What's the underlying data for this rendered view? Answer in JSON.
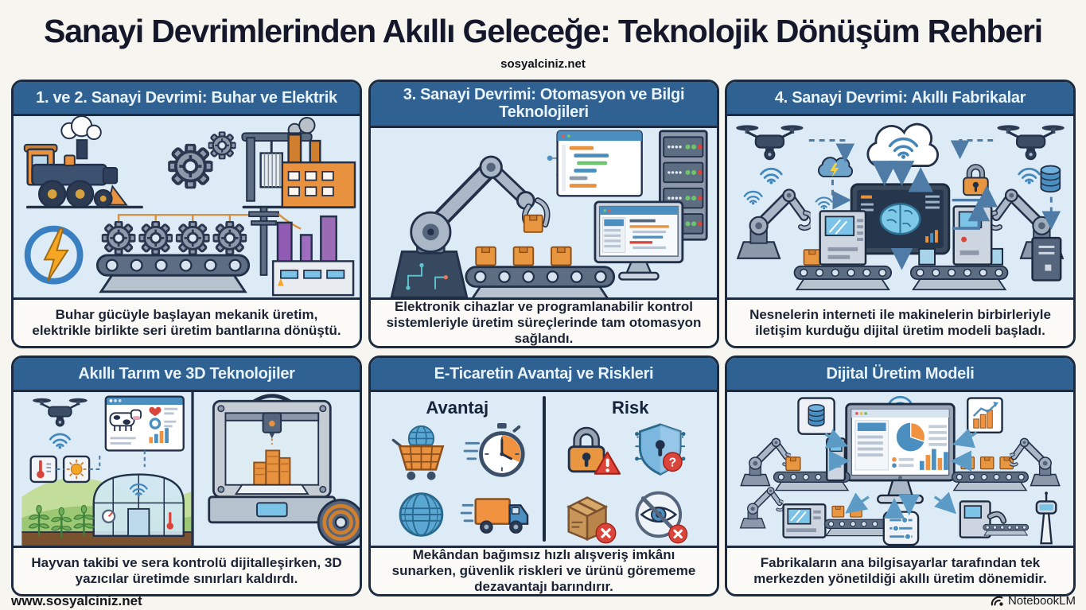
{
  "page": {
    "title": "Sanayi Devrimlerinden Akıllı Geleceğe: Teknolojik Dönüşüm Rehberi",
    "watermark_top": "sosyalciniz.net",
    "watermark_bottom": "www.sosyalciniz.net",
    "credit": "NotebookLM"
  },
  "colors": {
    "header_blue": "#2f6292",
    "panel_bg": "#dcebf5",
    "outline_navy": "#1d2b40",
    "accent_orange": "#e8963f",
    "accent_blue": "#4a8fc0",
    "alert_red": "#d9453a",
    "chimney_purple": "#9b6bb5",
    "field_green": "#9cc873"
  },
  "panels": [
    {
      "id": "panel-steam-electric",
      "title": "1. ve 2. Sanayi Devrimi: Buhar ve Elektrik",
      "caption": "Buhar gücüyle başlayan mekanik üretim, elektrikle birlikte seri üretim bantlarına dönüştü."
    },
    {
      "id": "panel-automation",
      "title": "3. Sanayi Devrimi: Otomasyon ve Bilgi Teknolojileri",
      "caption": "Elektronik cihazlar ve programlanabilir kontrol sistemleriyle üretim süreçlerinde tam otomasyon sağlandı."
    },
    {
      "id": "panel-smart-factories",
      "title": "4. Sanayi Devrimi: Akıllı Fabrikalar",
      "caption": "Nesnelerin interneti ile makinelerin birbirleriyle iletişim kurduğu dijital üretim modeli başladı."
    },
    {
      "id": "panel-smart-farming-3d",
      "title": "Akıllı Tarım ve 3D Teknolojiler",
      "caption": "Hayvan takibi ve sera kontrolü dijitalleşirken, 3D yazıcılar üretimde sınırları kaldırdı."
    },
    {
      "id": "panel-ecommerce",
      "title": "E-Ticaretin Avantaj ve Riskleri",
      "caption": "Mekândan bağımsız hızlı alışveriş imkânı sunarken, güvenlik riskleri ve ürünü görememe dezavantajı barındırır.",
      "columns": {
        "left": "Avantaj",
        "right": "Risk"
      }
    },
    {
      "id": "panel-digital-production",
      "title": "Dijital Üretim Modeli",
      "caption": "Fabrikaların ana bilgisayarlar tarafından tek merkezden yönetildiği akıllı üretim dönemidir."
    }
  ]
}
